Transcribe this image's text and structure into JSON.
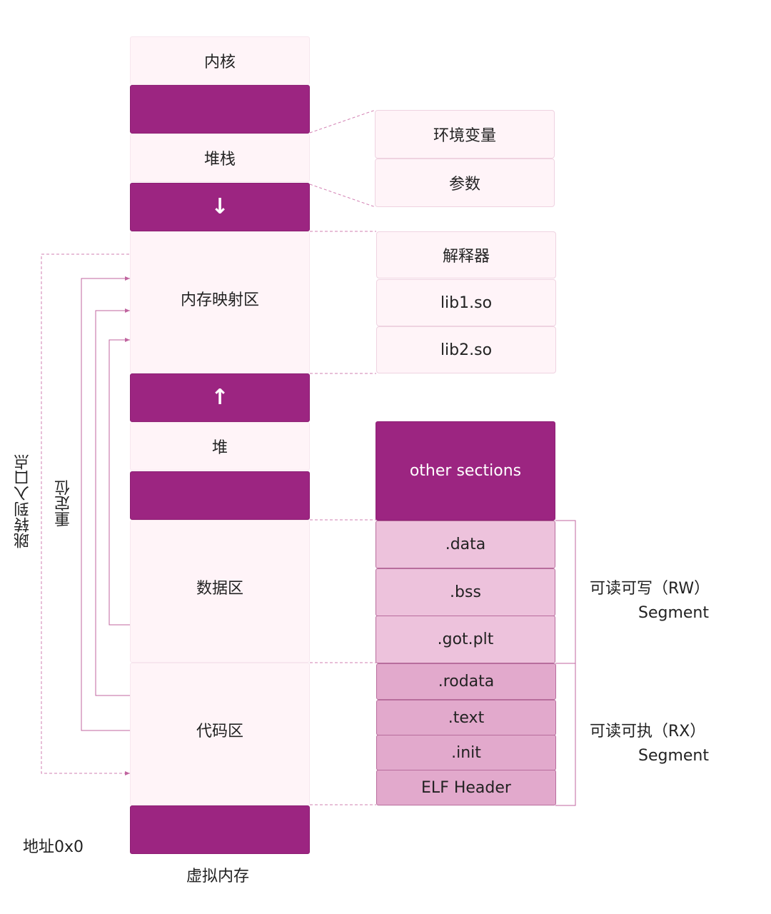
{
  "memory": {
    "kernel": "内核",
    "stack": "堆栈",
    "stack_arrow": "↓",
    "mmap": "内存映射区",
    "heap_arrow": "↑",
    "heap": "堆",
    "data": "数据区",
    "code": "代码区",
    "address": "地址0x0",
    "caption": "虚拟内存"
  },
  "stack_detail": [
    "环境变量",
    "参数"
  ],
  "mmap_detail": [
    "解释器",
    "lib1.so",
    "lib2.so"
  ],
  "sections": {
    "other": "other sections",
    "rw": [
      ".data",
      ".bss",
      ".got.plt"
    ],
    "rx": [
      ".rodata",
      ".text",
      ".init",
      "ELF Header"
    ]
  },
  "segments": {
    "rw_line1": "可读可写（RW）",
    "rw_line2": "Segment",
    "rx_line1": "可读可执（RX）",
    "rx_line2": "Segment"
  },
  "side_labels": {
    "jump": "跳转到入口点",
    "reloc": "重定位"
  },
  "colors": {
    "dark": "#9c2581",
    "light": "#fff4f8",
    "rw_section": "#edc2dc",
    "rx_section": "#e2a9cc",
    "line": "#c0659f"
  }
}
